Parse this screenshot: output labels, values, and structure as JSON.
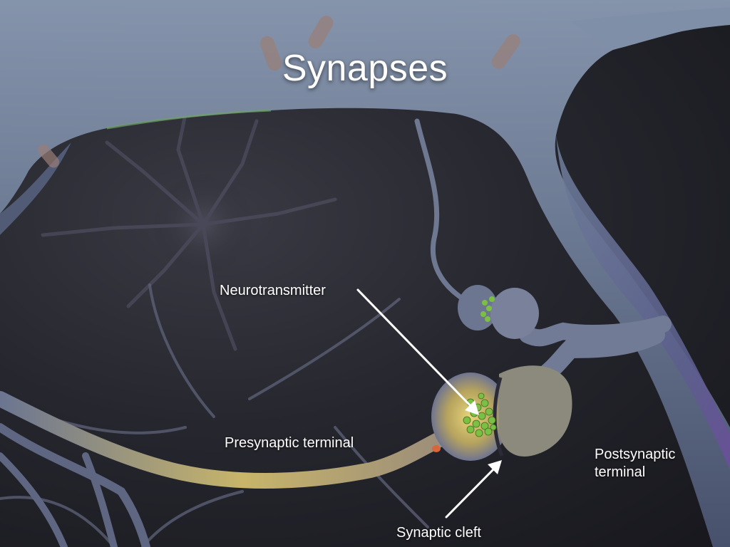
{
  "title": "Synapses",
  "labels": {
    "neurotransmitter": "Neurotransmitter",
    "presynaptic": "Presynaptic terminal",
    "postsynaptic_line1": "Postsynaptic",
    "postsynaptic_line2": "terminal",
    "cleft": "Synaptic cleft"
  },
  "colors": {
    "membrane": "#6f7f9a",
    "vesicles": "#7bc043",
    "label_text": "#ffffff"
  }
}
